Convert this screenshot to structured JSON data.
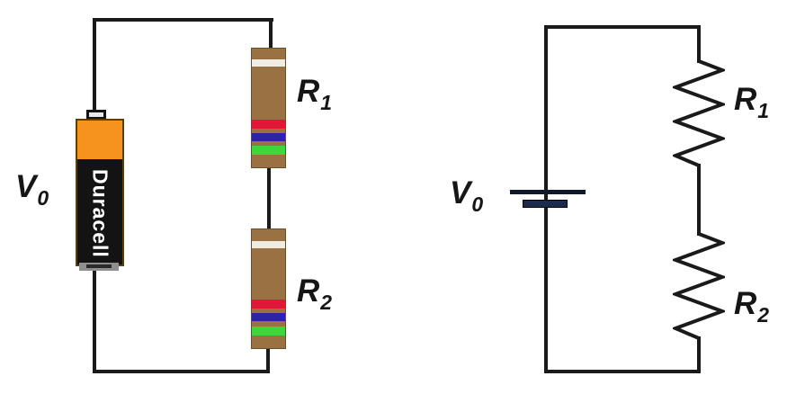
{
  "colors": {
    "wire": "#1a1a1a",
    "resistor_body": "#9a7142",
    "band_white": "#efece4",
    "band_red": "#e51537",
    "band_blue": "#2d22a8",
    "band_green": "#3fd639",
    "battery_orange": "#f6921e",
    "battery_black": "#131313",
    "battery_base_gray": "#8f8f8f",
    "plate_long_navy": "#10182b",
    "plate_short_navy": "#1c2b4d"
  },
  "pictorial": {
    "battery": {
      "brand": "Duracell",
      "label_main": "V",
      "label_sub": "0"
    },
    "r1": {
      "label_main": "R",
      "label_sub": "1",
      "bands": [
        "white",
        "red",
        "blue",
        "green"
      ]
    },
    "r2": {
      "label_main": "R",
      "label_sub": "2",
      "bands": [
        "white",
        "red",
        "blue",
        "green"
      ]
    }
  },
  "schematic": {
    "battery": {
      "label_main": "V",
      "label_sub": "0"
    },
    "r1": {
      "label_main": "R",
      "label_sub": "1"
    },
    "r2": {
      "label_main": "R",
      "label_sub": "2"
    }
  }
}
